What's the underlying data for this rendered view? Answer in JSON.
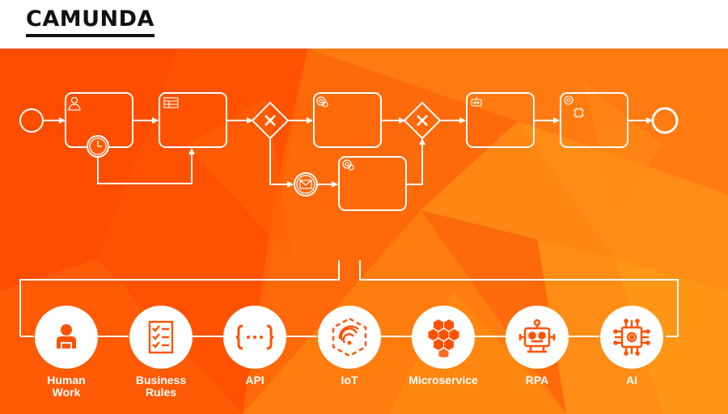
{
  "brand": {
    "logo_text": "CAMUNDA",
    "accent": "#fc5d0d",
    "accent_dark": "#ff4a00",
    "accent_light": "#ff9a1a"
  },
  "process": {
    "tasks": [
      {
        "icon": "user-icon"
      },
      {
        "icon": "table-icon"
      },
      {
        "icon": "gear-icon"
      },
      {
        "icon": "gear-icon"
      },
      {
        "icon": "robot-icon"
      },
      {
        "icon": "gear-chip-icon"
      }
    ],
    "gateways": [
      "exclusive-gateway",
      "exclusive-gateway"
    ],
    "events": [
      "start-event",
      "timer-boundary-event",
      "message-intermediate-event",
      "end-event"
    ]
  },
  "integrations": [
    {
      "label": "Human\nWork",
      "icon": "human-work-icon"
    },
    {
      "label": "Business\nRules",
      "icon": "checklist-icon"
    },
    {
      "label": "API",
      "icon": "api-braces-icon"
    },
    {
      "label": "IoT",
      "icon": "iot-signal-icon"
    },
    {
      "label": "Microservice",
      "icon": "hexagon-cluster-icon"
    },
    {
      "label": "RPA",
      "icon": "robot-icon"
    },
    {
      "label": "AI",
      "icon": "chip-icon"
    }
  ]
}
